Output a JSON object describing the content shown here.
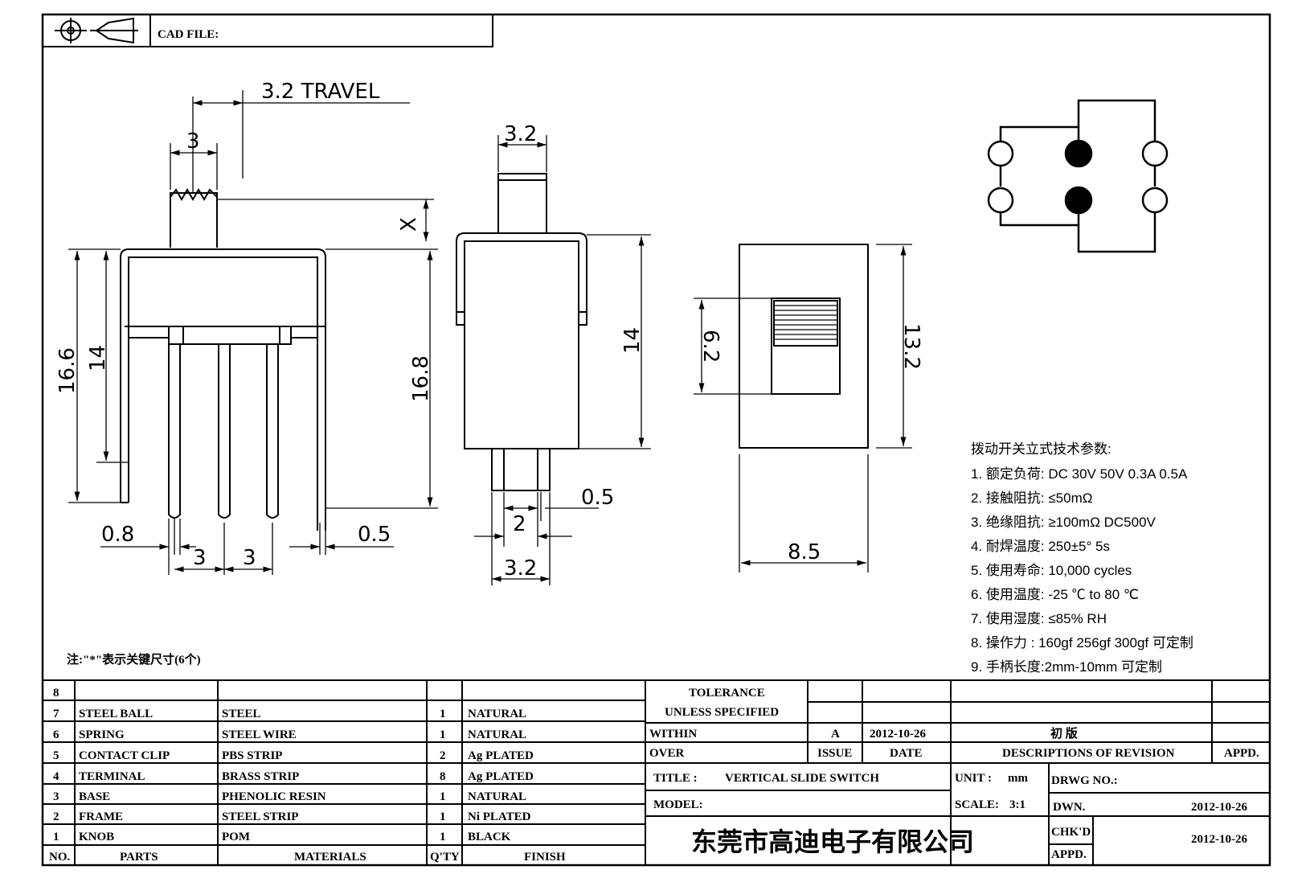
{
  "header": {
    "cad_file_label": "CAD FILE:"
  },
  "dimensions": {
    "travel": "3.2 TRAVEL",
    "knob_width": "3",
    "x_label": "X",
    "side_height_outer": "16.6",
    "side_height_inner": "14",
    "side_height_right": "16.8",
    "pin_thickness": "0.8",
    "pin_pitch_1": "3",
    "pin_pitch_2": "3",
    "pin_width_right": "0.5",
    "front_knob_width": "3.2",
    "front_height": "14",
    "front_pin_thickness": "0.5",
    "front_pin_spacing": "2",
    "front_bottom_width": "3.2",
    "top_view_window": "6.2",
    "top_view_height": "13.2",
    "top_view_width": "8.5"
  },
  "specs": {
    "title": "拨动开关立式技术参数:",
    "items": [
      "1.  额定负荷: DC 30V    50V    0.3A    0.5A",
      "2.  接触阻抗: ≤50mΩ",
      "3.  绝缘阻抗: ≥100mΩ  DC500V",
      "4.  耐焊温度: 250±5°  5s",
      "5.  使用寿命: 10,000 cycles",
      "6.  使用温度: -25 ℃  to 80 ℃",
      "7.  使用湿度: ≤85% RH",
      "8.  操作力 : 160gf    256gf    300gf  可定制",
      "9.  手柄长度:2mm-10mm  可定制"
    ]
  },
  "note": "注:\"*\"表示关键尺寸(6个)",
  "bom": {
    "rows": [
      {
        "no": "8",
        "part": "",
        "material": "",
        "qty": "",
        "finish": ""
      },
      {
        "no": "7",
        "part": "STEEL BALL",
        "material": "STEEL",
        "qty": "1",
        "finish": "NATURAL"
      },
      {
        "no": "6",
        "part": "SPRING",
        "material": "STEEL WIRE",
        "qty": "1",
        "finish": "NATURAL"
      },
      {
        "no": "5",
        "part": "CONTACT CLIP",
        "material": "PBS STRIP",
        "qty": "2",
        "finish": "Ag PLATED"
      },
      {
        "no": "4",
        "part": "TERMINAL",
        "material": "BRASS STRIP",
        "qty": "8",
        "finish": "Ag PLATED"
      },
      {
        "no": "3",
        "part": "BASE",
        "material": "PHENOLIC RESIN",
        "qty": "1",
        "finish": "NATURAL"
      },
      {
        "no": "2",
        "part": "FRAME",
        "material": "STEEL STRIP",
        "qty": "1",
        "finish": "Ni PLATED"
      },
      {
        "no": "1",
        "part": "KNOB",
        "material": "POM",
        "qty": "1",
        "finish": "BLACK"
      }
    ],
    "headers": {
      "no": "NO.",
      "part": "PARTS",
      "material": "MATERIALS",
      "qty": "Q'TY",
      "finish": "FINISH"
    }
  },
  "title_block": {
    "tolerance": "TOLERANCE",
    "unless": "UNLESS   SPECIFIED",
    "within": "WITHIN",
    "over": "OVER",
    "rev_letter": "A",
    "rev_date": "2012-10-26",
    "rev_desc": "初  版",
    "issue": "ISSUE",
    "date": "DATE",
    "descriptions": "DESCRIPTIONS  OF  REVISION",
    "appd": "APPD.",
    "title_label": "TITLE :",
    "title_value": "VERTICAL  SLIDE  SWITCH",
    "unit_label": "UNIT :",
    "unit_value": "mm",
    "drwg_no": "DRWG  NO.:",
    "model": "MODEL:",
    "scale_label": "SCALE:",
    "scale_value": "3:1",
    "dwn": "DWN.",
    "dwn_date": "2012-10-26",
    "chkd": "CHK'D",
    "chkd_date": "2012-10-26",
    "appd2": "APPD.",
    "company": "东莞市高迪电子有限公司"
  }
}
